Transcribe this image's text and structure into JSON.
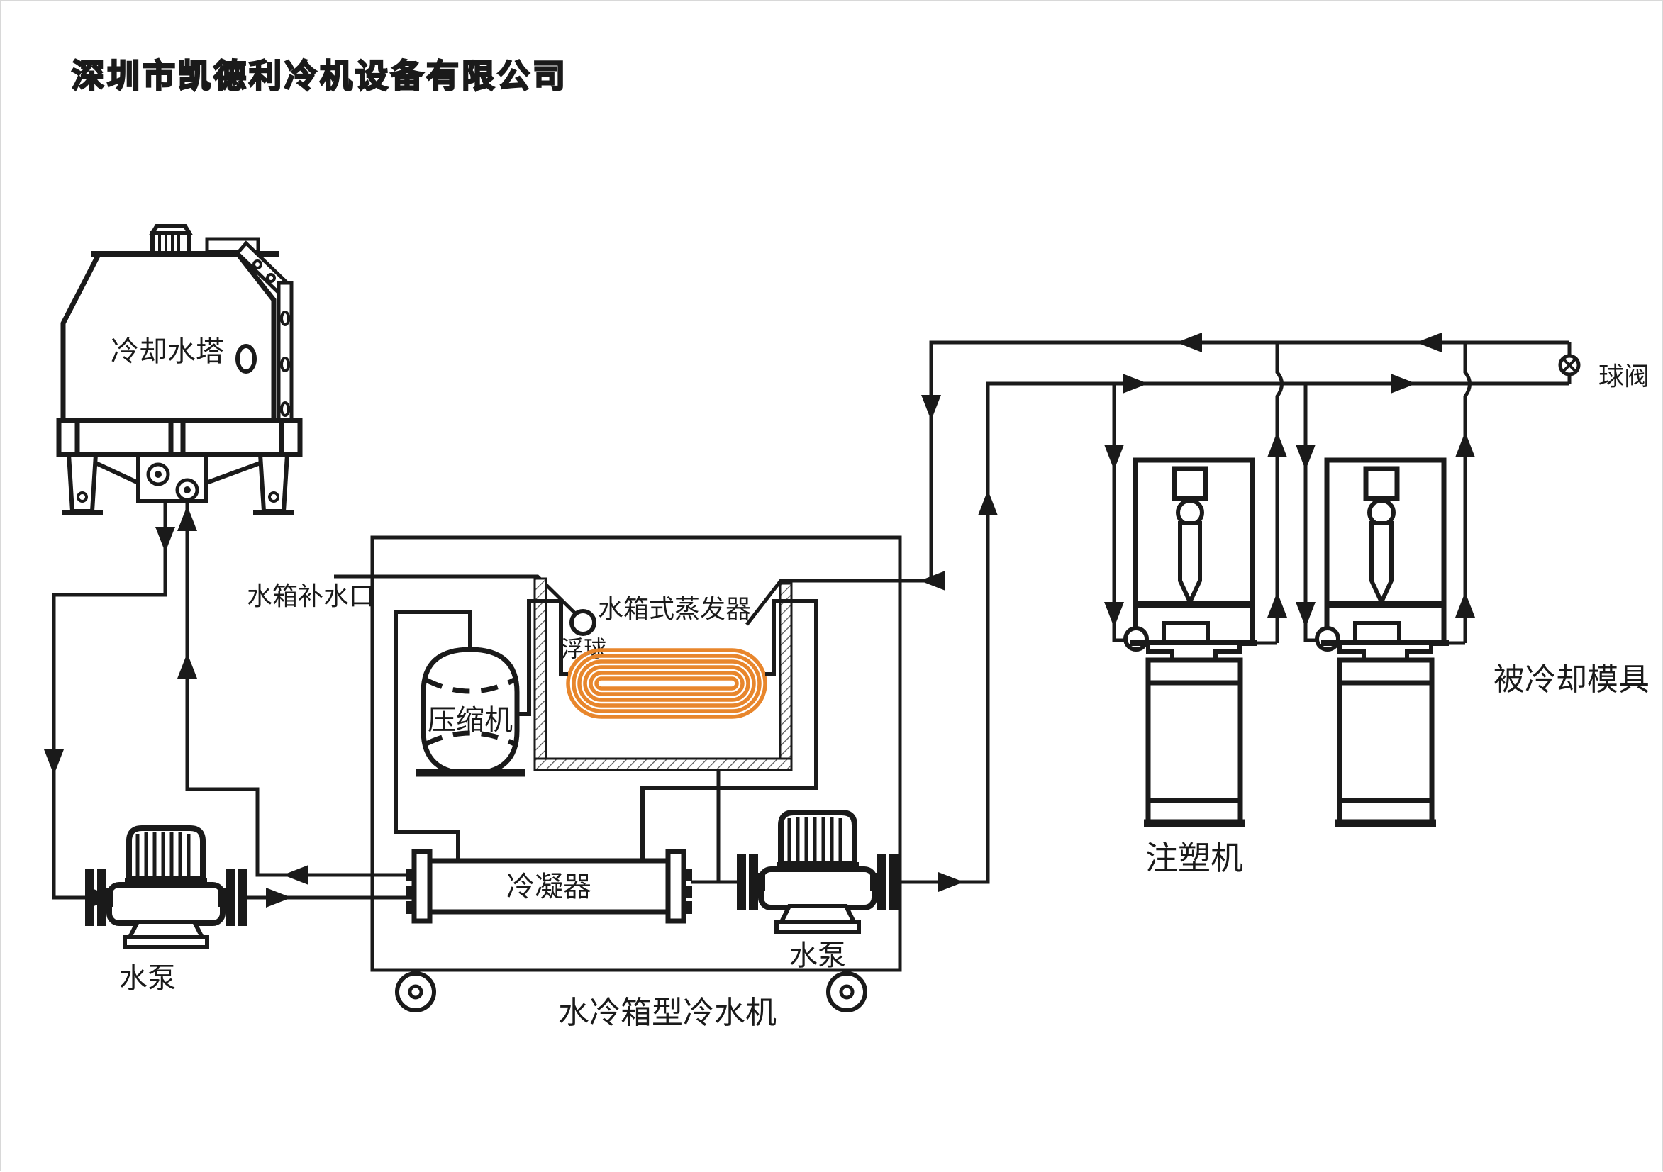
{
  "title": "深圳市凯德利冷机设备有限公司",
  "labels": {
    "cooling_tower": "冷却水塔",
    "water_refill_port": "水箱补水口",
    "float_ball": "浮球",
    "tank_evaporator": "水箱式蒸发器",
    "compressor": "压缩机",
    "condenser": "冷凝器",
    "pump_left": "水泵",
    "pump_right": "水泵",
    "chiller_unit": "水冷箱型冷水机",
    "injection_machine": "注塑机",
    "cooled_mold": "被冷却模具",
    "ball_valve": "球阀"
  },
  "colors": {
    "line": "#1a1a1a",
    "coil": "#e8862c",
    "background": "#ffffff"
  }
}
